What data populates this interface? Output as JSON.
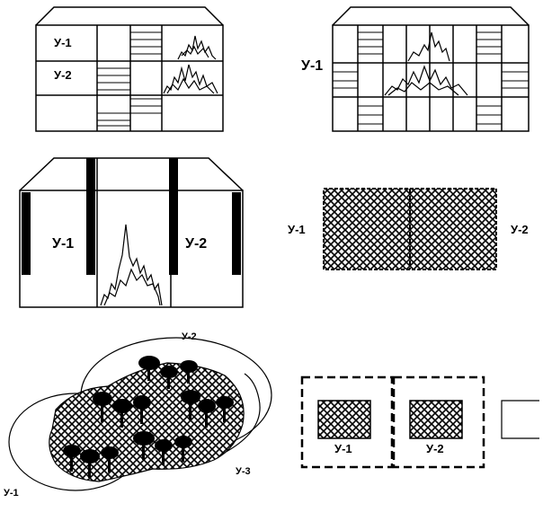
{
  "panels": {
    "p1": {
      "rows": [
        "У-1",
        "У-2"
      ]
    },
    "p2": {
      "label": "У-1"
    },
    "p3": {
      "left": "У-1",
      "right": "У-2"
    },
    "p4": {
      "left": "У-1",
      "right": "У-2"
    },
    "p5": {
      "top": "У-2",
      "bottom_left": "У-1",
      "right": "У-3"
    },
    "p6": {
      "box1": "У-1",
      "box2": "У-2"
    }
  },
  "colors": {
    "ink": "#000000",
    "paper": "#ffffff"
  }
}
